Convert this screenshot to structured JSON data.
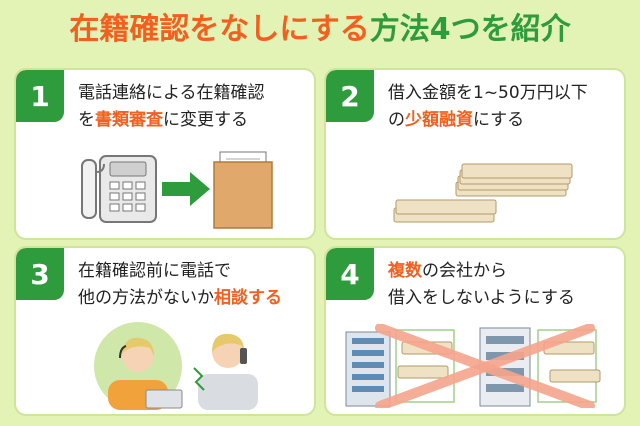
{
  "title": {
    "part1": "在籍確認をなしにする",
    "part2": "方法4つを紹介"
  },
  "cards": [
    {
      "num": "1",
      "line1": "電話連絡による在籍確認",
      "line2_pre": "を",
      "line2_hl": "書類審査",
      "line2_post": "に変更する"
    },
    {
      "num": "2",
      "line1": "借入金額を1~50万円以下",
      "line2_pre": "の",
      "line2_hl": "少額融資",
      "line2_post": "にする"
    },
    {
      "num": "3",
      "line1": "在籍確認前に電話で",
      "line2_pre": "他の方法がないか",
      "line2_hl": "相談する",
      "line2_post": ""
    },
    {
      "num": "4",
      "line1_hl": "複数",
      "line1_post": "の会社から",
      "line2": "借入をしないようにする"
    }
  ],
  "colors": {
    "accent": "#f2601f",
    "green": "#2e9b3c",
    "background": "#e3f2b5"
  }
}
